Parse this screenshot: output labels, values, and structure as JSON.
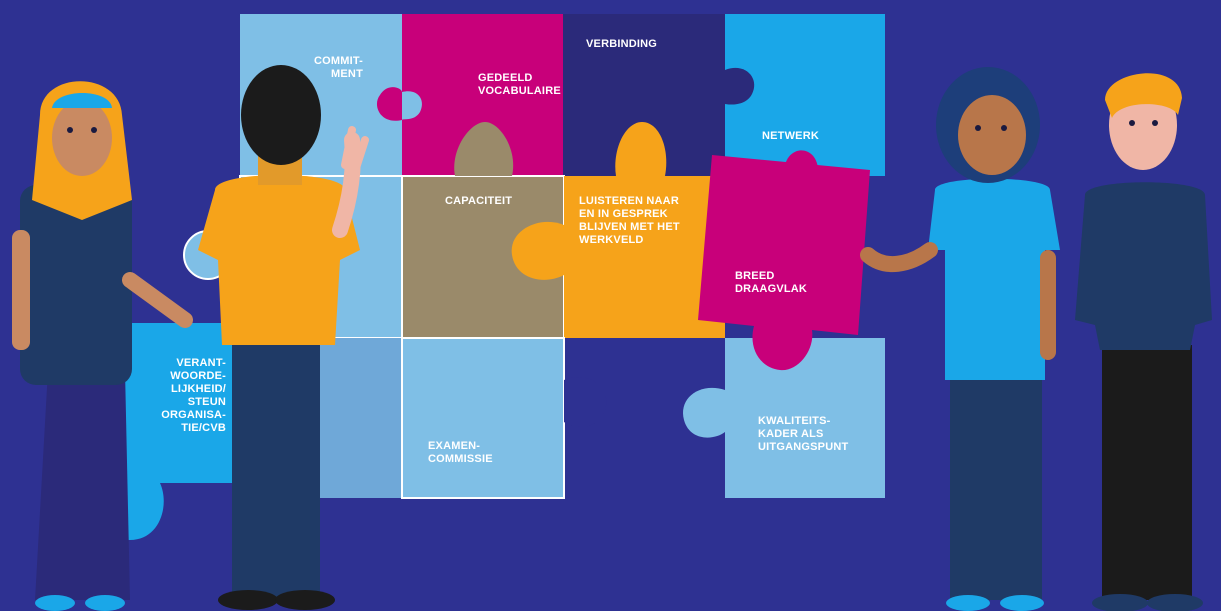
{
  "pieces": {
    "commitment": "COMMIT-\nMENT",
    "gedeeld_vocabulaire": "GEDEELD\nVOCABULAIRE",
    "verbinding": "VERBINDING",
    "netwerk": "NETWERK",
    "capaciteit": "CAPACITEIT",
    "luisteren": "LUISTEREN NAAR\nEN IN GESPREK\nBLIJVEN MET HET\nWERKVELD",
    "breed_draagvlak": "BREED\nDRAAGVLAK",
    "verantwoordelijkheid": "VERANT-\nWOORDE-\nLIJKHEID/\nSTEUN\nORGANISA-\nTIE/CVB",
    "examencommissie": "EXAMEN-\nCOMMISSIE",
    "kwaliteitskader": "KWALITEITS-\nKADER ALS\nUITGANGSPUNT"
  },
  "colors": {
    "background": "#2e3192",
    "light_blue": "#7fbfe6",
    "magenta": "#c8007a",
    "navy": "#2b2a7a",
    "cyan": "#1aa7e8",
    "taupe": "#9a8a6a",
    "orange": "#f6a31a",
    "skin_dark": "#c98a62",
    "skin_light": "#f0b6a6"
  }
}
